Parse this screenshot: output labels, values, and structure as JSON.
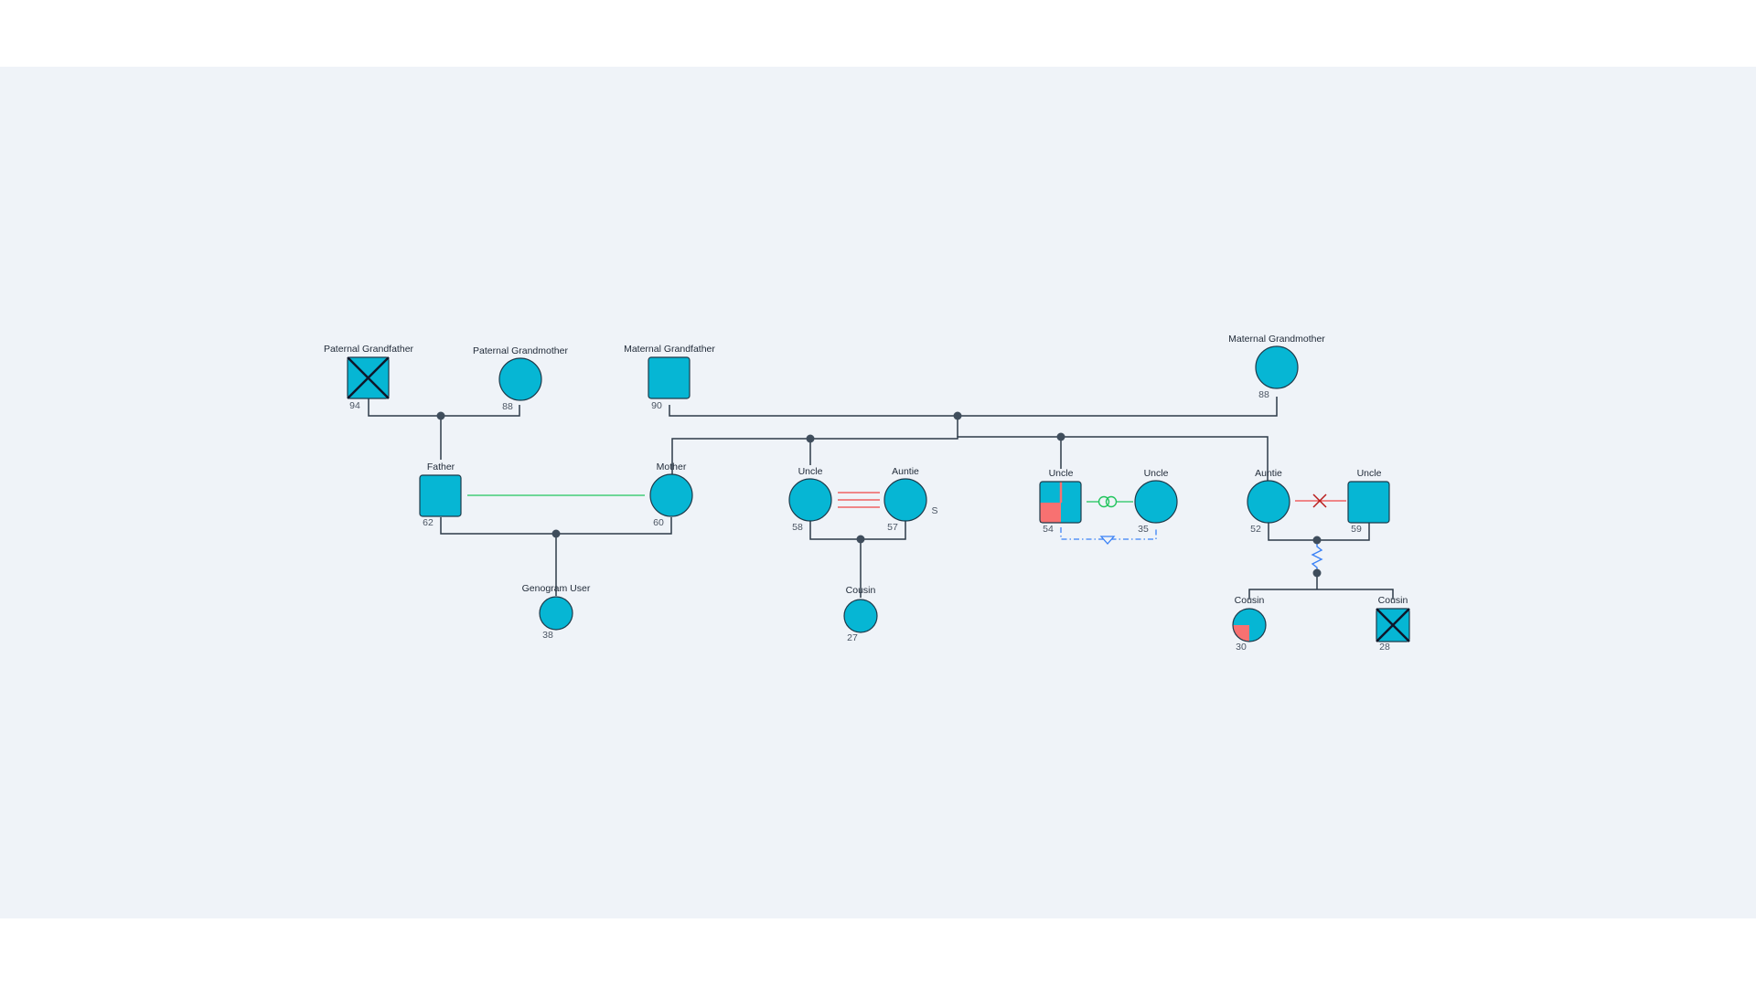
{
  "people": {
    "paternal_grandfather": {
      "label": "Paternal Grandfather",
      "age": "94",
      "shape": "square",
      "deceased": true
    },
    "paternal_grandmother": {
      "label": "Paternal Grandmother",
      "age": "88",
      "shape": "circle"
    },
    "maternal_grandfather": {
      "label": "Maternal Grandfather",
      "age": "90",
      "shape": "square"
    },
    "maternal_grandmother": {
      "label": "Maternal Grandmother",
      "age": "88",
      "shape": "circle"
    },
    "father": {
      "label": "Father",
      "age": "62",
      "shape": "square"
    },
    "mother": {
      "label": "Mother",
      "age": "60",
      "shape": "circle"
    },
    "genogram_user": {
      "label": "Genogram User",
      "age": "38",
      "shape": "circle"
    },
    "uncle_1": {
      "label": "Uncle",
      "age": "58",
      "shape": "circle"
    },
    "auntie_1": {
      "label": "Auntie",
      "age": "57",
      "shape": "circle",
      "marker": "S"
    },
    "cousin_1": {
      "label": "Cousin",
      "age": "27",
      "shape": "circle"
    },
    "uncle_2": {
      "label": "Uncle",
      "age": "54",
      "shape": "square",
      "condition_fill": "lower-left quarter"
    },
    "uncle_3": {
      "label": "Uncle",
      "age": "35",
      "shape": "circle"
    },
    "auntie_2": {
      "label": "Auntie",
      "age": "52",
      "shape": "circle"
    },
    "uncle_4": {
      "label": "Uncle",
      "age": "59",
      "shape": "square"
    },
    "cousin_2": {
      "label": "Cousin",
      "age": "30",
      "shape": "circle",
      "condition_fill": "lower-left quarter"
    },
    "cousin_3": {
      "label": "Cousin",
      "age": "28",
      "shape": "square",
      "deceased": true
    }
  },
  "relationships": [
    {
      "between": [
        "father",
        "mother"
      ],
      "type": "harmony",
      "color": "#22c55e"
    },
    {
      "between": [
        "uncle_1",
        "auntie_1"
      ],
      "type": "hostile",
      "color": "#ef4444"
    },
    {
      "between": [
        "uncle_2",
        "uncle_3"
      ],
      "type": "union",
      "color": "#22c55e"
    },
    {
      "between": [
        "uncle_2",
        "uncle_3"
      ],
      "type": "distant",
      "color": "#3b82f6"
    },
    {
      "between": [
        "auntie_2",
        "uncle_4"
      ],
      "type": "cutoff",
      "color": "#ef4444"
    }
  ],
  "colors": {
    "background": "#eff3f8",
    "node_fill": "#06b6d4",
    "condition": "#f87171",
    "line": "#2d3b48"
  }
}
